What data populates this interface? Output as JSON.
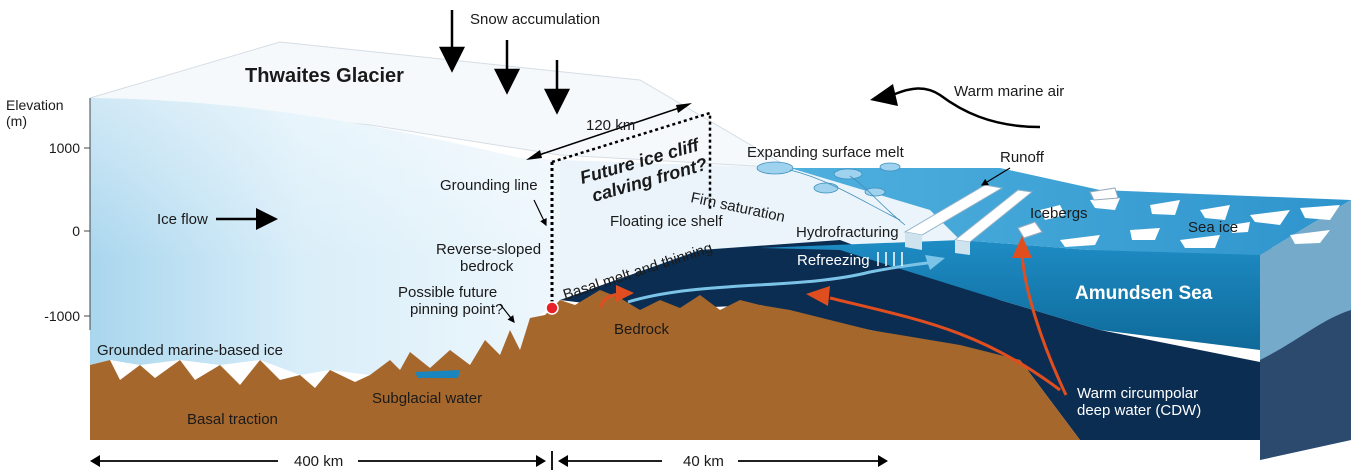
{
  "title": "Thwaites Glacier",
  "axis": {
    "label_line1": "Elevation",
    "label_line2": "(m)",
    "ticks": [
      "1000",
      "0",
      "-1000"
    ]
  },
  "labels": {
    "snow_accumulation": "Snow accumulation",
    "warm_marine_air": "Warm marine air",
    "distance_120": "120 km",
    "future_cliff_line1": "Future ice cliff",
    "future_cliff_line2": "calving front?",
    "expanding_surface_melt": "Expanding surface melt",
    "runoff": "Runoff",
    "grounding_line": "Grounding line",
    "firn_saturation": "Firn saturation",
    "floating_ice_shelf": "Floating ice shelf",
    "icebergs": "Icebergs",
    "sea_ice": "Sea ice",
    "hydrofracturing": "Hydrofracturing",
    "ice_flow": "Ice flow",
    "reverse_sloped_line1": "Reverse-sloped",
    "reverse_sloped_line2": "bedrock",
    "basal_melt": "Basal melt and thinning",
    "refreezing": "Refreezing",
    "amundsen_sea": "Amundsen Sea",
    "pinning_line1": "Possible future",
    "pinning_line2": "pinning point?",
    "bedrock": "Bedrock",
    "grounded_ice": "Grounded marine-based ice",
    "subglacial_water": "Subglacial water",
    "basal_traction": "Basal traction",
    "cdw_line1": "Warm circumpolar",
    "cdw_line2": "deep water (CDW)"
  },
  "distances": {
    "left": "400 km",
    "right": "40 km"
  },
  "colors": {
    "ice_light": "#ffffff",
    "ice_blue": "#a9d6ee",
    "ocean_surface": "#3aa3d6",
    "ocean_mid": "#1778a8",
    "ocean_deep": "#0b2d52",
    "bedrock": "#a5672c",
    "warm_arrow": "#e04e1f",
    "pinning_dot": "#e8202a"
  }
}
